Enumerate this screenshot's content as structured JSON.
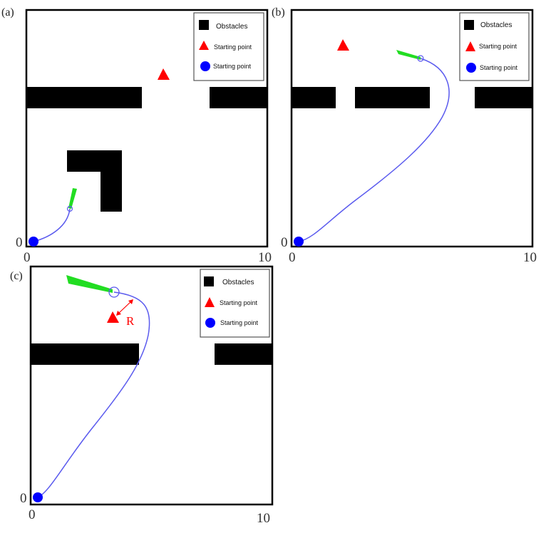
{
  "figure": {
    "panels": [
      {
        "label": "(a)",
        "x_min": "0",
        "x_max": "10",
        "y_min": "0",
        "legend": [
          "Obstacles",
          "Starting point",
          "Starting point"
        ]
      },
      {
        "label": "(b)",
        "x_min": "0",
        "x_max": "10",
        "y_min": "0",
        "legend": [
          "Obstacles",
          "Starting point",
          "Starting point"
        ]
      },
      {
        "label": "(c)",
        "x_min": "0",
        "x_max": "10",
        "y_min": "0",
        "legend": [
          "Obstacles",
          "Starting point",
          "Starting point"
        ],
        "annotation": "R"
      }
    ]
  },
  "colors": {
    "obstacle": "#000000",
    "goal_triangle": "#ff0000",
    "start_circle": "#0000ff",
    "path": "#5555ee",
    "heading": "#22dd22"
  }
}
